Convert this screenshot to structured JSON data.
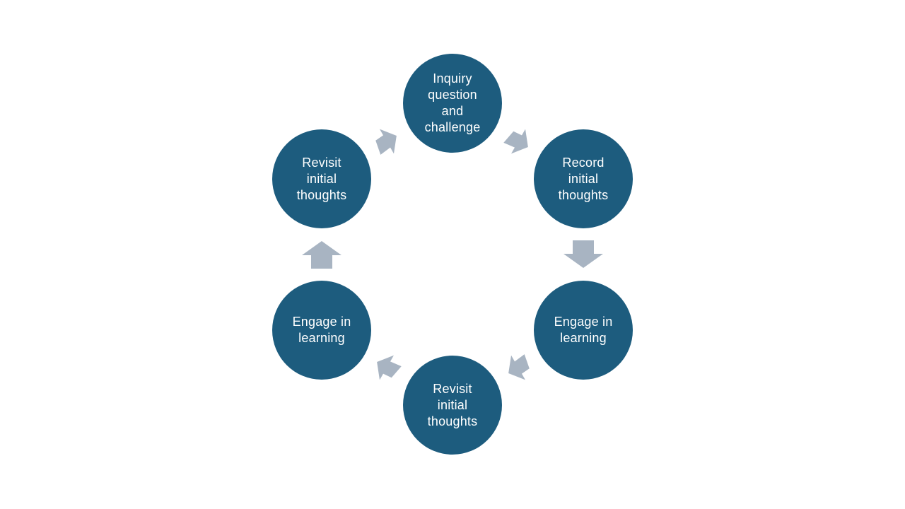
{
  "diagram": {
    "type": "cycle",
    "background_color": "#ffffff",
    "node_fill": "#1d5c7e",
    "node_text_color": "#ffffff",
    "arrow_fill": "#a8b4c2",
    "nodes": [
      {
        "position": "top",
        "label": "Inquiry question and challenge",
        "lines": [
          "Inquiry",
          "question",
          "and",
          "challenge"
        ]
      },
      {
        "position": "top-right",
        "label": "Record initial thoughts",
        "lines": [
          "Record",
          "initial",
          "thoughts"
        ]
      },
      {
        "position": "bottom-right",
        "label": "Engage in learning",
        "lines": [
          "Engage in",
          "learning"
        ]
      },
      {
        "position": "bottom",
        "label": "Revisit initial thoughts",
        "lines": [
          "Revisit",
          "initial",
          "thoughts"
        ]
      },
      {
        "position": "bottom-left",
        "label": "Engage in learning",
        "lines": [
          "Engage in",
          "learning"
        ]
      },
      {
        "position": "top-left",
        "label": "Revisit initial thoughts",
        "lines": [
          "Revisit",
          "initial",
          "thoughts"
        ]
      }
    ],
    "arrows": [
      {
        "from": "Revisit initial thoughts (top-left)",
        "to": "Inquiry question and challenge",
        "direction": "up-right"
      },
      {
        "from": "Inquiry question and challenge",
        "to": "Record initial thoughts",
        "direction": "down-right"
      },
      {
        "from": "Record initial thoughts",
        "to": "Engage in learning (right)",
        "direction": "down"
      },
      {
        "from": "Engage in learning (right)",
        "to": "Revisit initial thoughts (bottom)",
        "direction": "down-left"
      },
      {
        "from": "Revisit initial thoughts (bottom)",
        "to": "Engage in learning (left)",
        "direction": "up-left"
      },
      {
        "from": "Engage in learning (left)",
        "to": "Revisit initial thoughts (top-left)",
        "direction": "up"
      }
    ]
  }
}
